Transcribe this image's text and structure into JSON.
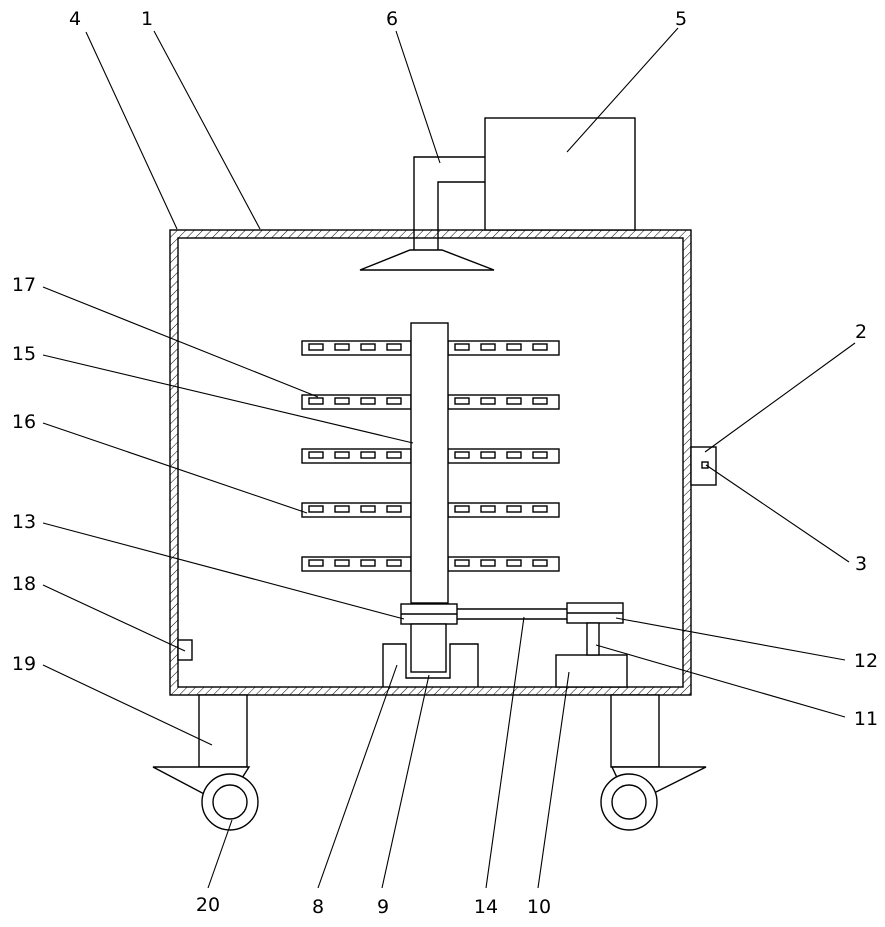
{
  "callouts": {
    "c1": "1",
    "c2": "2",
    "c3": "3",
    "c4": "4",
    "c5": "5",
    "c6": "6",
    "c7": "17",
    "c8": "15",
    "c9": "16",
    "c10": "13",
    "c11": "18",
    "c12": "19",
    "c13": "20",
    "c14": "8",
    "c15": "9",
    "c16": "14",
    "c17": "10",
    "c18": "12",
    "c19": "11"
  }
}
